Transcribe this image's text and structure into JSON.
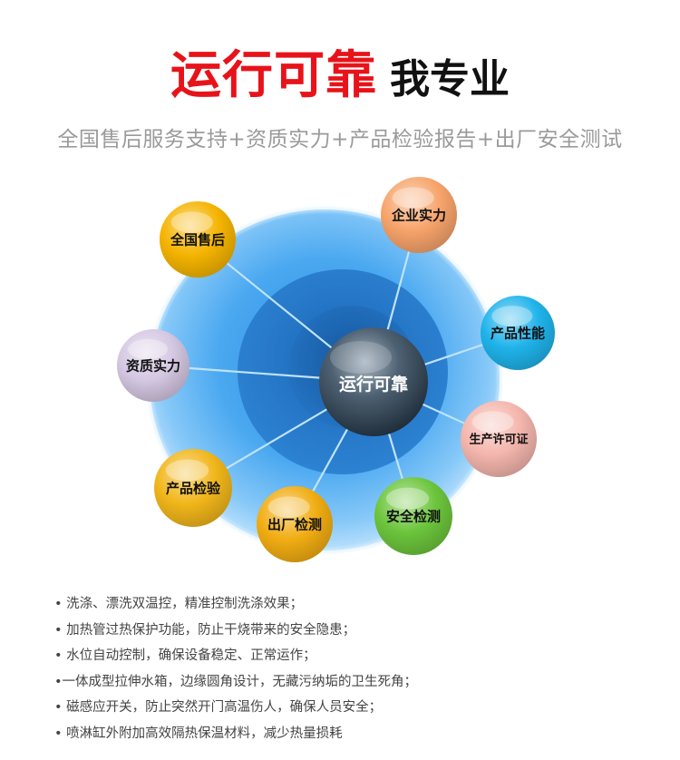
{
  "headline": {
    "red": "运行可靠",
    "black": "我专业"
  },
  "subtitle": "全国售后服务支持+资质实力+产品检验报告+出厂安全测试",
  "diagram": {
    "center": "运行可靠",
    "nodes": [
      {
        "label": "全国售后",
        "color": "#f5b400"
      },
      {
        "label": "企业实力",
        "color": "#f7a46b"
      },
      {
        "label": "产品性能",
        "color": "#1fb3ea"
      },
      {
        "label": "资质实力",
        "color": "#d4c7e2"
      },
      {
        "label": "生产许可证",
        "color": "#f4b6ad"
      },
      {
        "label": "产品检验",
        "color": "#f1b61a"
      },
      {
        "label": "出厂检测",
        "color": "#f1ad12"
      },
      {
        "label": "安全检测",
        "color": "#6cc53c"
      }
    ]
  },
  "bullets": [
    "• 洗涤、漂洗双温控，精准控制洗涤效果；",
    "• 加热管过热保护功能，防止干烧带来的安全隐患；",
    "• 水位自动控制，确保设备稳定、正常运作；",
    "•一体成型拉伸水箱，边缘圆角设计，无藏污纳垢的卫生死角；",
    "• 磁感应开关，防止突然开门高温伤人，确保人员安全；",
    "• 喷淋缸外附加高效隔热保温材料，减少热量损耗"
  ]
}
